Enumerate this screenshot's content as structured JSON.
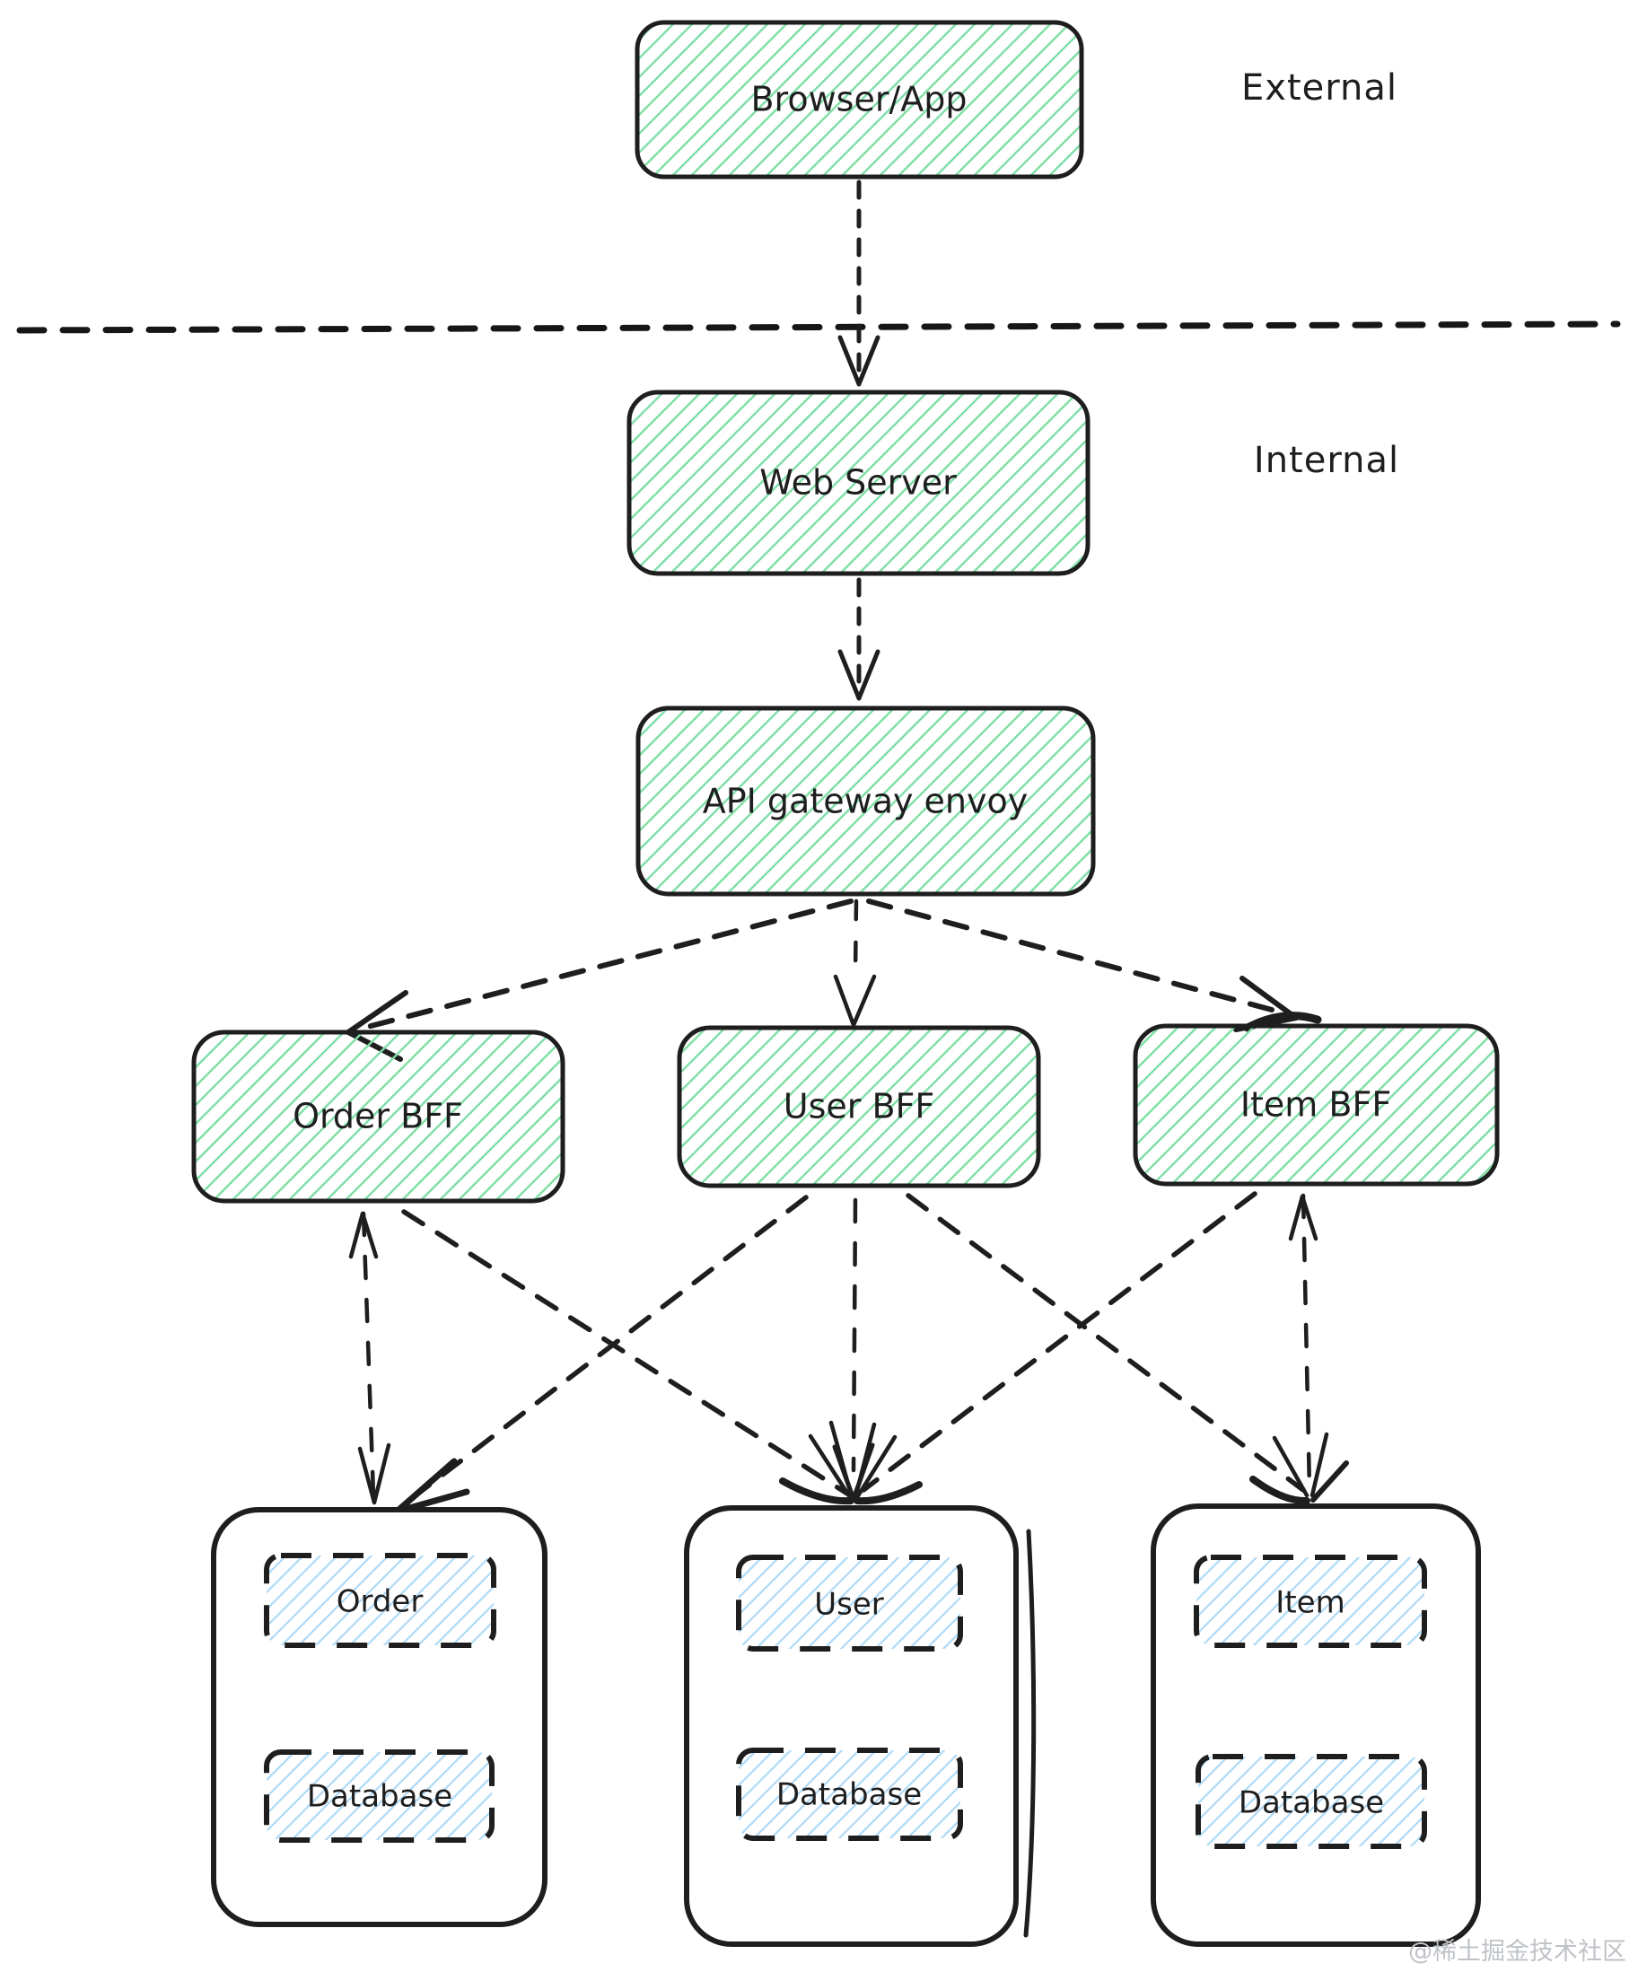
{
  "diagram": {
    "zones": {
      "external_label": "External",
      "internal_label": "Internal"
    },
    "nodes": {
      "browser": "Browser/App",
      "web_server": "Web Server",
      "api_gateway": "API gateway envoy",
      "order_bff": "Order BFF",
      "user_bff": "User BFF",
      "item_bff": "Item BFF"
    },
    "services": {
      "order": {
        "component": "Order",
        "database": "Database"
      },
      "user": {
        "component": "User",
        "database": "Database"
      },
      "item": {
        "component": "Item",
        "database": "Database"
      }
    },
    "edges": [
      {
        "from": "browser",
        "to": "web_server",
        "style": "dashed-arrow",
        "crosses": "external-internal-boundary"
      },
      {
        "from": "web_server",
        "to": "api_gateway",
        "style": "dashed-arrow"
      },
      {
        "from": "api_gateway",
        "to": "order_bff",
        "style": "dashed-arrow"
      },
      {
        "from": "api_gateway",
        "to": "user_bff",
        "style": "dashed-arrow"
      },
      {
        "from": "api_gateway",
        "to": "item_bff",
        "style": "dashed-arrow"
      },
      {
        "from": "order_bff",
        "to": "order_service",
        "style": "dashed-arrow-bidirectional"
      },
      {
        "from": "order_bff",
        "to": "user_service",
        "style": "dashed-arrow"
      },
      {
        "from": "user_bff",
        "to": "order_service",
        "style": "dashed-arrow"
      },
      {
        "from": "user_bff",
        "to": "user_service",
        "style": "dashed-arrow"
      },
      {
        "from": "user_bff",
        "to": "item_service",
        "style": "dashed-arrow"
      },
      {
        "from": "item_bff",
        "to": "user_service",
        "style": "dashed-arrow"
      },
      {
        "from": "item_bff",
        "to": "item_service",
        "style": "dashed-arrow-bidirectional"
      }
    ],
    "watermark": "@稀土掘金技术社区",
    "colors": {
      "stroke": "#1e1e1e",
      "green_hatch": "#7fdfa8",
      "blue_hatch": "#aed9f7",
      "watermark_gray": "#bfc3c7",
      "background": "#ffffff"
    }
  }
}
